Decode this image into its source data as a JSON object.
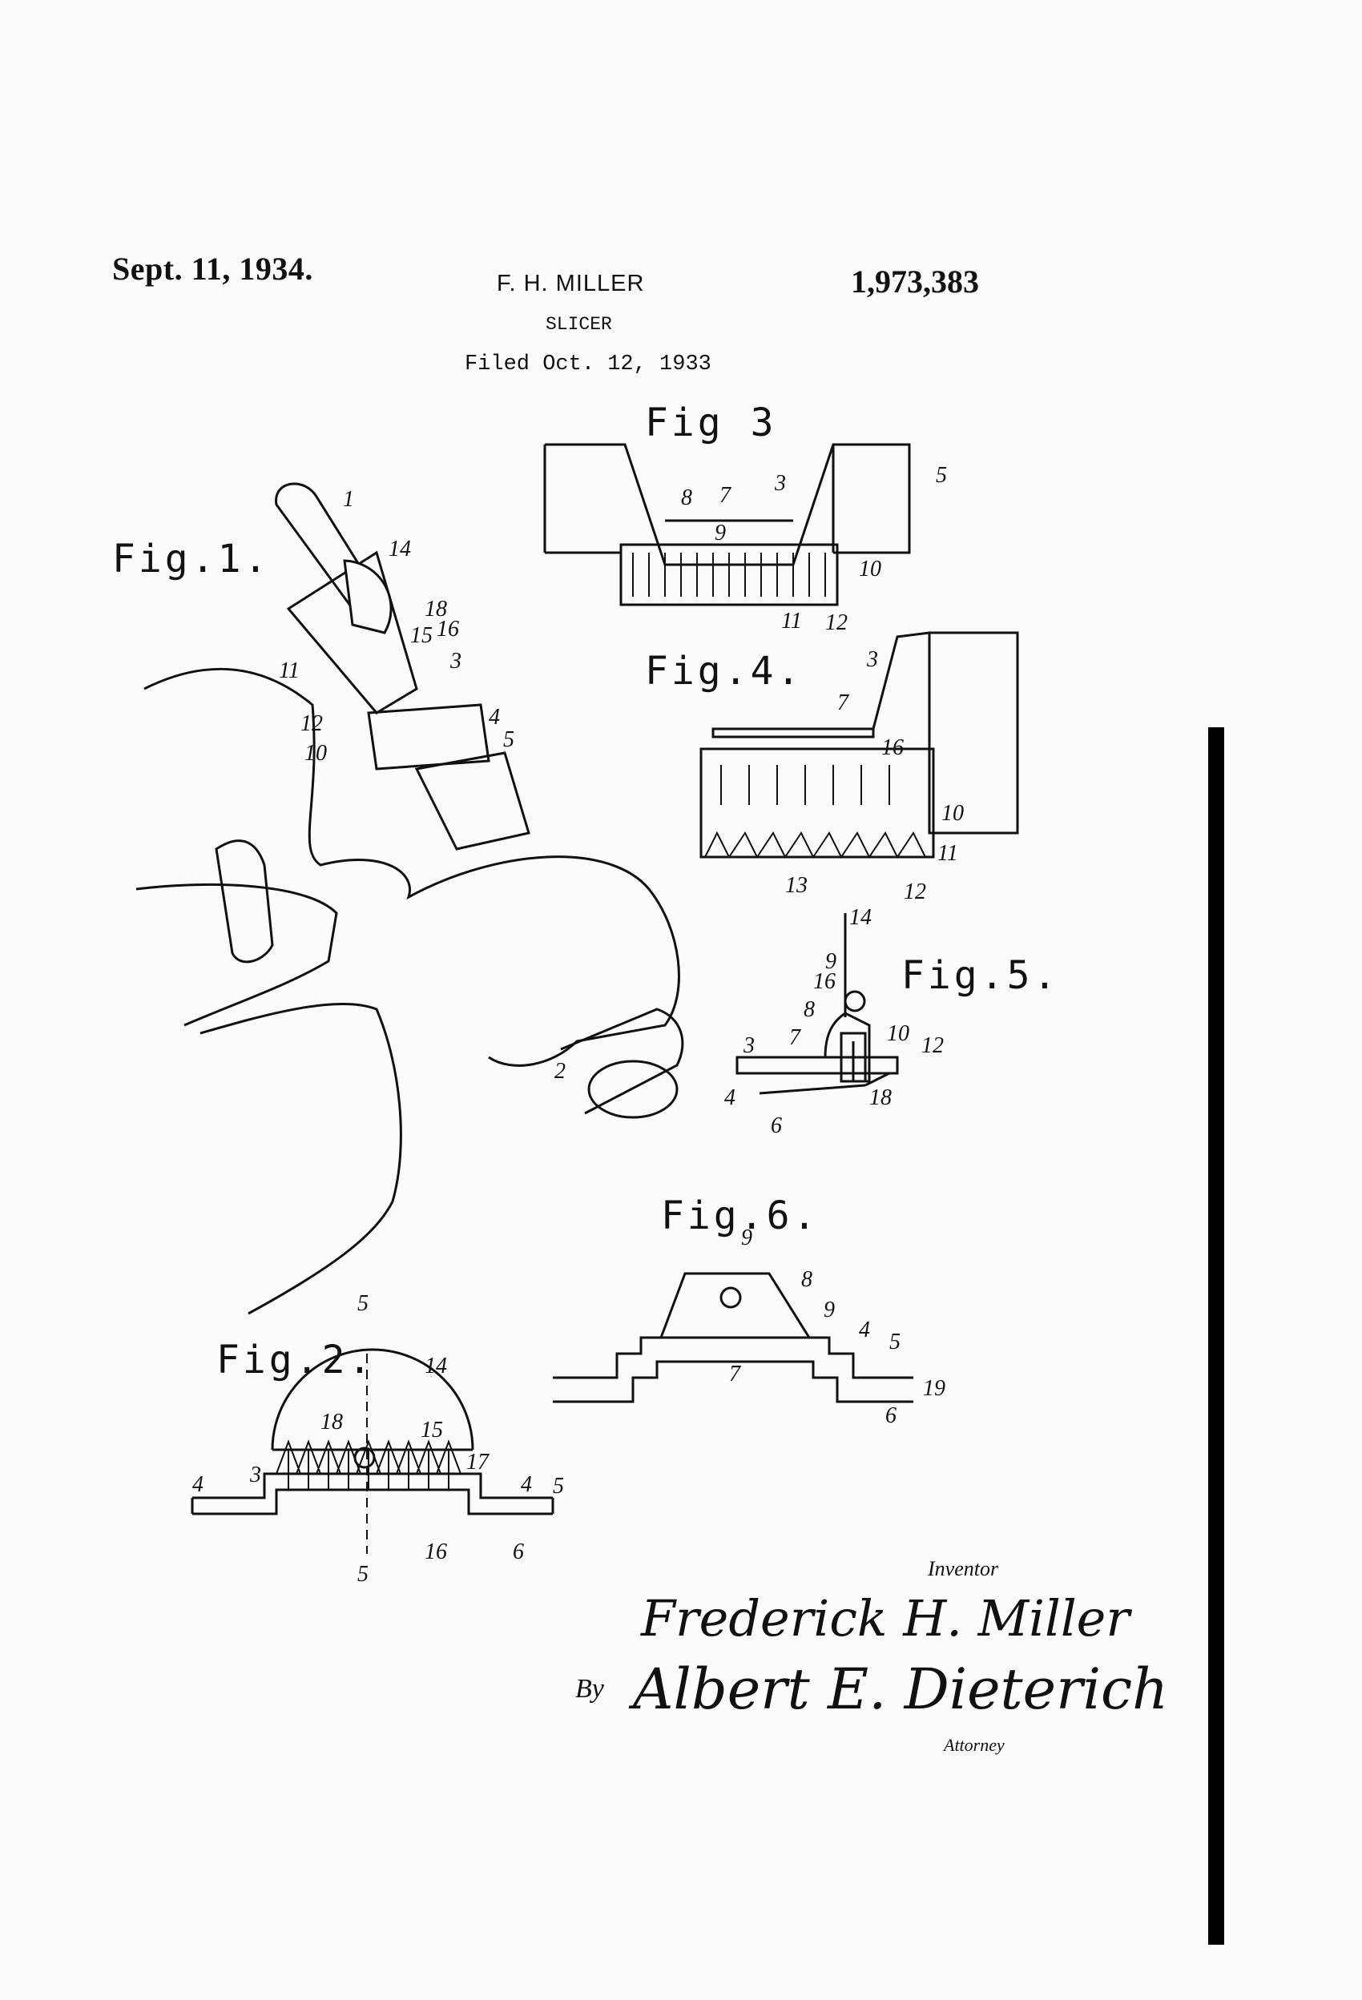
{
  "header": {
    "date": "Sept. 11, 1934.",
    "inventor_name": "F. H. MILLER",
    "patent_number": "1,973,383",
    "title": "SLICER",
    "filed": "Filed Oct. 12, 1933"
  },
  "figures": {
    "fig1": {
      "label": "Fig.1.",
      "refs": [
        "1",
        "2",
        "3",
        "4",
        "5",
        "10",
        "11",
        "12",
        "14",
        "15",
        "16",
        "18"
      ]
    },
    "fig2": {
      "label": "Fig.2.",
      "refs": [
        "3",
        "4",
        "4",
        "5",
        "5",
        "5",
        "6",
        "14",
        "15",
        "16",
        "17",
        "18"
      ]
    },
    "fig3": {
      "label": "Fig 3",
      "refs": [
        "3",
        "5",
        "7",
        "8",
        "9",
        "10",
        "11",
        "12"
      ]
    },
    "fig4": {
      "label": "Fig.4.",
      "refs": [
        "3",
        "7",
        "10",
        "11",
        "12",
        "13",
        "16"
      ]
    },
    "fig5": {
      "label": "Fig.5.",
      "refs": [
        "3",
        "4",
        "6",
        "7",
        "8",
        "9",
        "10",
        "12",
        "14",
        "16",
        "18"
      ]
    },
    "fig6": {
      "label": "Fig.6.",
      "refs": [
        "4",
        "5",
        "6",
        "7",
        "8",
        "9",
        "9",
        "19"
      ]
    }
  },
  "signatures": {
    "inventor_label": "Inventor",
    "inventor_signature": "Frederick H. Miller",
    "by": "By",
    "attorney_signature": "Albert E. Dieterich",
    "attorney_label": "Attorney"
  }
}
